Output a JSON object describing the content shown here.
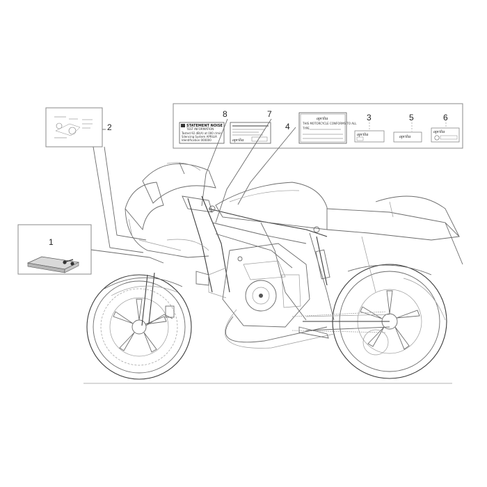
{
  "callouts": {
    "n1": "1",
    "n2": "2",
    "n3": "3",
    "n4": "4",
    "n5": "5",
    "n6": "6",
    "n7": "7",
    "n8": "8"
  },
  "labels": {
    "l8_line1": "STATEMENT NOISE",
    "l8_line2": "TEST INFORMATION",
    "l8_line3": "Tested 92 dB(A) at 000 r/min",
    "l8_line4": "Silencing System APRILIA",
    "l8_line5": "Identification 000000",
    "l4_brand": "aprilia",
    "l4_line1": "THIS MOTORCYCLE CONFORMS TO ALL",
    "l4_line2": "TYPE",
    "l3_brand": "aprilia",
    "l5_brand": "aprilia",
    "l6_brand": "aprilia",
    "l7_brand": "aprilia"
  },
  "colors": {
    "line": "#6a6a6a",
    "box_border": "#8a8a8a",
    "dark": "#3a3a3a"
  }
}
